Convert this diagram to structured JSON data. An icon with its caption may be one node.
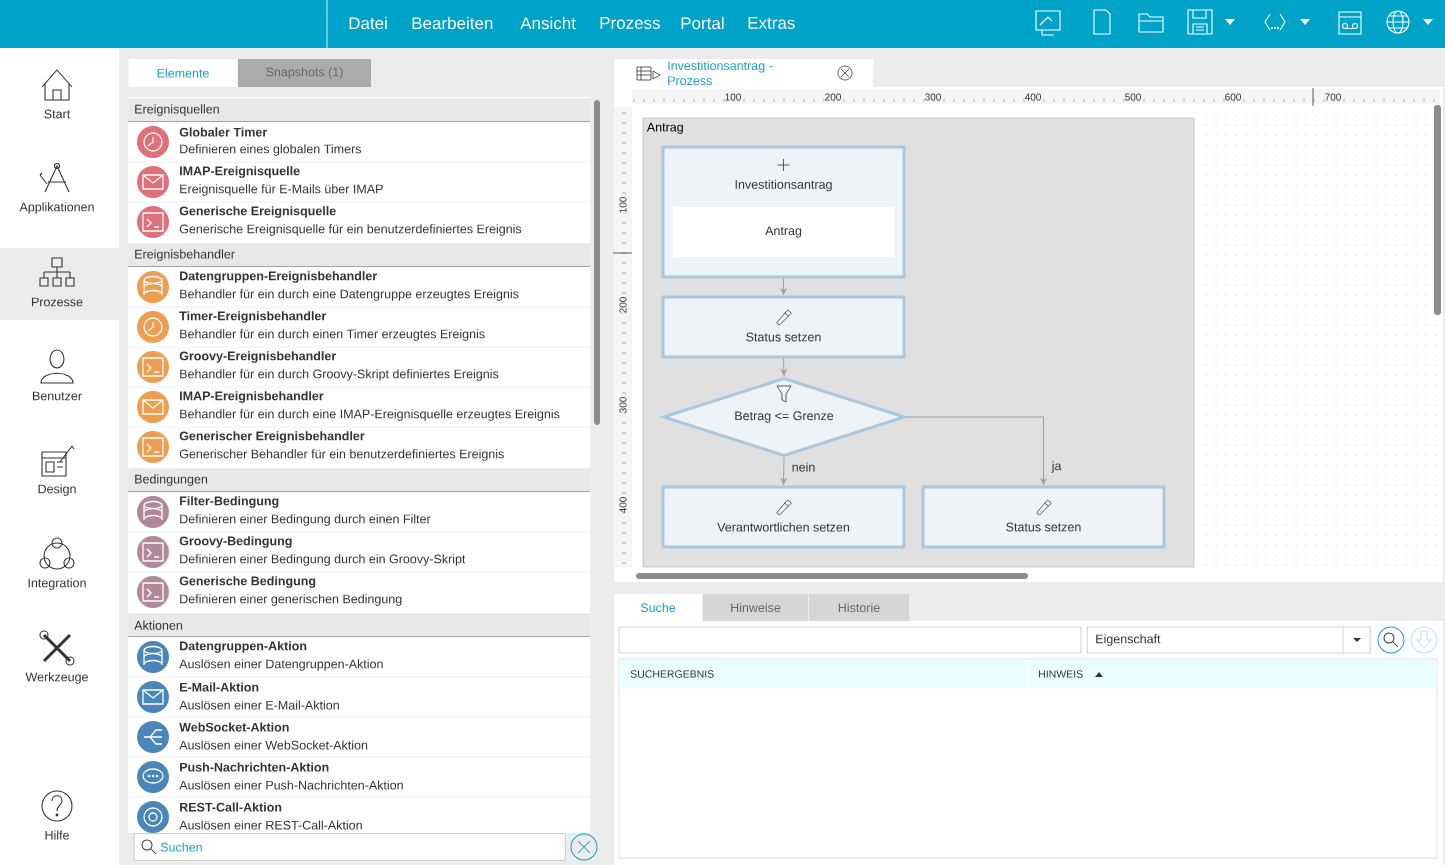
{
  "diagram": {
    "nodes": [
      {
        "text": [
          "Antrag"
        ]
      },
      {
        "text": [
          "Investitionsantrag"
        ],
        "in": 0
      },
      {
        "text": [
          "Antrag"
        ],
        "in": 1
      },
      {
        "text": [
          "Status setzen"
        ],
        "in": 0
      },
      {
        "text": [
          "Betrag <= Grenze"
        ],
        "in": 0
      },
      {
        "text": [
          "Verantwortlichen setzen"
        ],
        "in": 0
      },
      {
        "text": [
          "Status setzen"
        ],
        "in": 0
      }
    ],
    "edges": [
      {
        "from": 1,
        "to": 3,
        "arrow": "to"
      },
      {
        "from": 3,
        "to": 4,
        "arrow": "to"
      },
      {
        "from": 4,
        "to": 5,
        "arrow": "to",
        "label": "nein"
      },
      {
        "from": 4,
        "to": 6,
        "arrow": "to",
        "label": "ja"
      }
    ],
    "labels": [
      "Datei",
      "Bearbeiten",
      "Ansicht",
      "Prozess",
      "Portal",
      "Extras",
      "Start",
      "Applikationen",
      "Prozesse",
      "Benutzer",
      "Design",
      "Integration",
      "Werkzeuge",
      "Hilfe",
      "Elemente",
      "Snapshots (1)",
      "Ereignisquellen",
      "Globaler Timer",
      "Definieren eines globalen Timers",
      "IMAP-Ereignisquelle",
      "Ereignisquelle für E-Mails über IMAP",
      "Generische Ereignisquelle",
      "Generische Ereignisquelle für ein benutzerdefiniertes Ereignis",
      "Ereignisbehandler",
      "Datengruppen-Ereignisbehandler",
      "Behandler für ein durch eine Datengruppe erzeugtes Ereignis",
      "Timer-Ereignisbehandler",
      "Behandler für ein durch einen Timer erzeugtes Ereignis",
      "Groovy-Ereignisbehandler",
      "Behandler für ein durch Groovy-Skript definiertes Ereignis",
      "IMAP-Ereignisbehandler",
      "Behandler für ein durch eine IMAP-Ereignisquelle erzeugtes Ereignis",
      "Generischer Ereignisbehandler",
      "Generischer Behandler für ein benutzerdefiniertes Ereignis",
      "Bedingungen",
      "Filter-Bedingung",
      "Definieren einer Bedingung durch einen Filter",
      "Groovy-Bedingung",
      "Definieren einer Bedingung durch ein Groovy-Skript",
      "Generische Bedingung",
      "Definieren einer generischen Bedingung",
      "Aktionen",
      "Datengruppen-Aktion",
      "Auslösen einer Datengruppen-Aktion",
      "E-Mail-Aktion",
      "Auslösen einer E-Mail-Aktion",
      "WebSocket-Aktion",
      "Auslösen einer WebSocket-Aktion",
      "Push-Nachrichten-Aktion",
      "Auslösen einer Push-Nachrichten-Aktion",
      "REST-Call-Aktion",
      "Auslösen einer REST-Call-Aktion",
      "Suchen",
      "Investitionsantrag - Prozess",
      "100",
      "200",
      "300",
      "400",
      "500",
      "600",
      "700",
      "100",
      "200",
      "300",
      "400",
      "Suche",
      "Hinweise",
      "Historie",
      "Eigenschaft",
      "SUCHERGEBNIS",
      "HINWEIS"
    ]
  }
}
